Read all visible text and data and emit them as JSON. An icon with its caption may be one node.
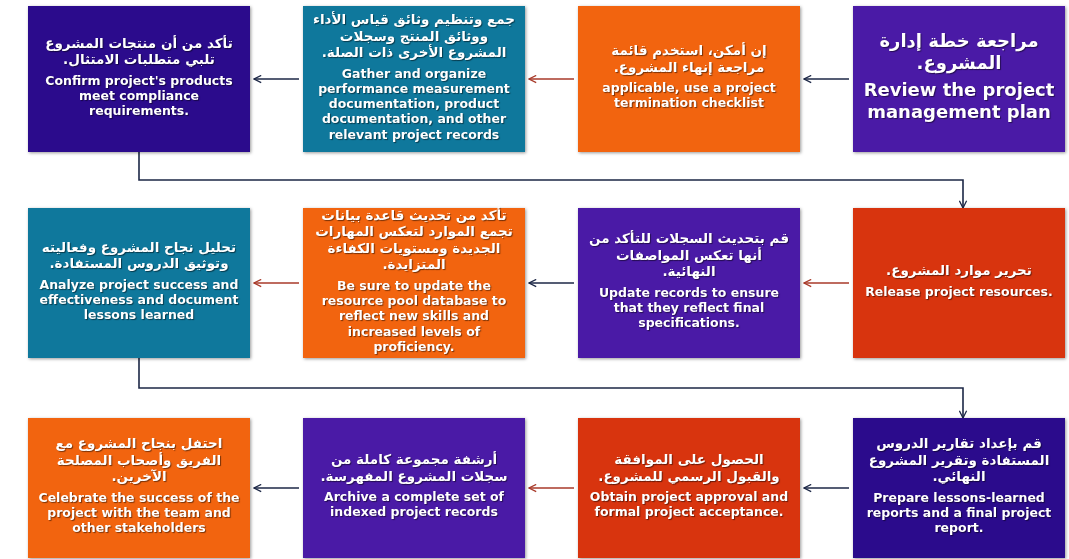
{
  "diagram": {
    "nodes": [
      {
        "text": [
          "مراجعة خطة إدارة المشروع.",
          "Review the project management plan"
        ]
      },
      {
        "text": [
          "إن أمكن، استخدم قائمة مراجعة إنهاء المشروع.",
          "applicable, use a project termination checklist"
        ]
      },
      {
        "text": [
          "جمع وتنظيم وثائق قياس الأداء ووثائق المنتج وسجلات المشروع الأخرى ذات الصلة.",
          "Gather and organize performance measurement documentation, product documentation, and other relevant project records"
        ]
      },
      {
        "text": [
          "تأكد من أن منتجات المشروع تلبي متطلبات الامتثال.",
          "Confirm project's products meet compliance requirements."
        ]
      },
      {
        "text": [
          "تحرير موارد المشروع.",
          "Release project resources."
        ]
      },
      {
        "text": [
          "قم بتحديث السجلات للتأكد من أنها تعكس المواصفات النهائية.",
          "Update records to ensure that they reflect final specifications."
        ]
      },
      {
        "text": [
          "تأكد من تحديث قاعدة بيانات تجمع الموارد لتعكس المهارات الجديدة ومستويات الكفاءة المتزايدة.",
          "Be sure to update the resource pool database to reflect new skills and increased levels of proficiency."
        ]
      },
      {
        "text": [
          "تحليل نجاح المشروع وفعاليته وتوثيق الدروس المستفادة.",
          "Analyze project success and effectiveness and document lessons learned"
        ]
      },
      {
        "text": [
          "قم بإعداد تقارير الدروس المستفادة وتقرير المشروع النهائي.",
          "Prepare lessons-learned reports and a final project report."
        ]
      },
      {
        "text": [
          "الحصول على الموافقة والقبول الرسمي للمشروع.",
          "Obtain project approval and formal project acceptance."
        ]
      },
      {
        "text": [
          "أرشفة مجموعة كاملة من سجلات المشروع المفهرسة.",
          "Archive a complete set of indexed project records"
        ]
      },
      {
        "text": [
          "احتفل بنجاح المشروع مع الفريق وأصحاب المصلحة الآخرين.",
          "Celebrate the success of the project with the team and other stakeholders"
        ]
      }
    ],
    "edges": [
      {
        "from": 0,
        "to": 1,
        "arrow": "to"
      },
      {
        "from": 1,
        "to": 2,
        "arrow": "to",
        "color": "#a83a2a"
      },
      {
        "from": 2,
        "to": 3,
        "arrow": "to"
      },
      {
        "from": 3,
        "to": 4,
        "arrow": "to"
      },
      {
        "from": 4,
        "to": 5,
        "arrow": "to",
        "color": "#a83a2a"
      },
      {
        "from": 5,
        "to": 6,
        "arrow": "to"
      },
      {
        "from": 6,
        "to": 7,
        "arrow": "to",
        "color": "#a83a2a"
      },
      {
        "from": 7,
        "to": 8,
        "arrow": "to"
      },
      {
        "from": 8,
        "to": 9,
        "arrow": "to"
      },
      {
        "from": 9,
        "to": 10,
        "arrow": "to",
        "color": "#a83a2a"
      },
      {
        "from": 10,
        "to": 11,
        "arrow": "to"
      }
    ]
  }
}
